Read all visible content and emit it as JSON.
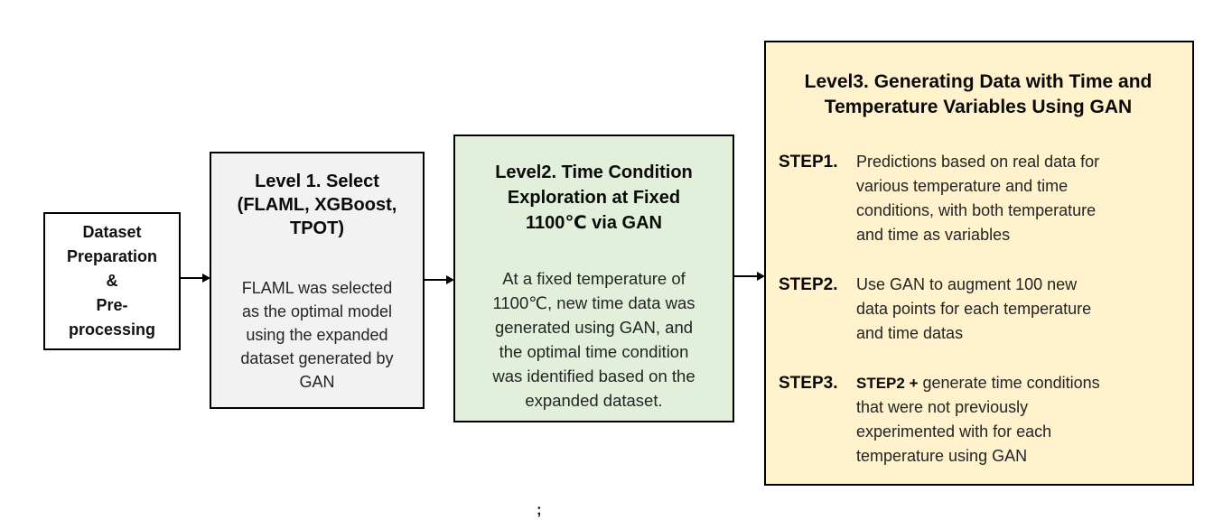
{
  "colors": {
    "page_background": "#ffffff",
    "dataset_box_fill": "#ffffff",
    "level1_box_fill": "#f2f2f2",
    "level2_box_fill": "#e2efda",
    "level3_box_fill": "#fff2cc",
    "border_and_text": "#000000"
  },
  "stray_mark": ";",
  "boxes": {
    "dataset": {
      "text": "Dataset\nPreparation\n&\nPre-\nprocessing"
    },
    "level1": {
      "title": "Level 1. Select\n(FLAML, XGBoost,\nTPOT)",
      "body": "FLAML was selected\nas the optimal model\nusing the expanded\ndataset generated by\nGAN"
    },
    "level2": {
      "title": "Level2. Time Condition\nExploration at Fixed\n1100℃ via GAN",
      "body": "At a fixed temperature of\n1100℃, new time data was\ngenerated using GAN, and\nthe optimal time condition\nwas identified based on the\nexpanded dataset."
    },
    "level3": {
      "title": "Level3. Generating Data with Time and\nTemperature Variables Using GAN",
      "steps": [
        {
          "label": "STEP1.",
          "body": "Predictions based on real data for\nvarious temperature and time\nconditions, with both temperature\nand time as variables"
        },
        {
          "label": "STEP2.",
          "body": "Use GAN to augment 100 new\ndata points for each temperature\nand time datas"
        },
        {
          "label": "STEP3.",
          "body_bold": "STEP2 +",
          "body": " generate time conditions\nthat were not previously\nexperimented with for each\ntemperature using GAN"
        }
      ]
    }
  }
}
